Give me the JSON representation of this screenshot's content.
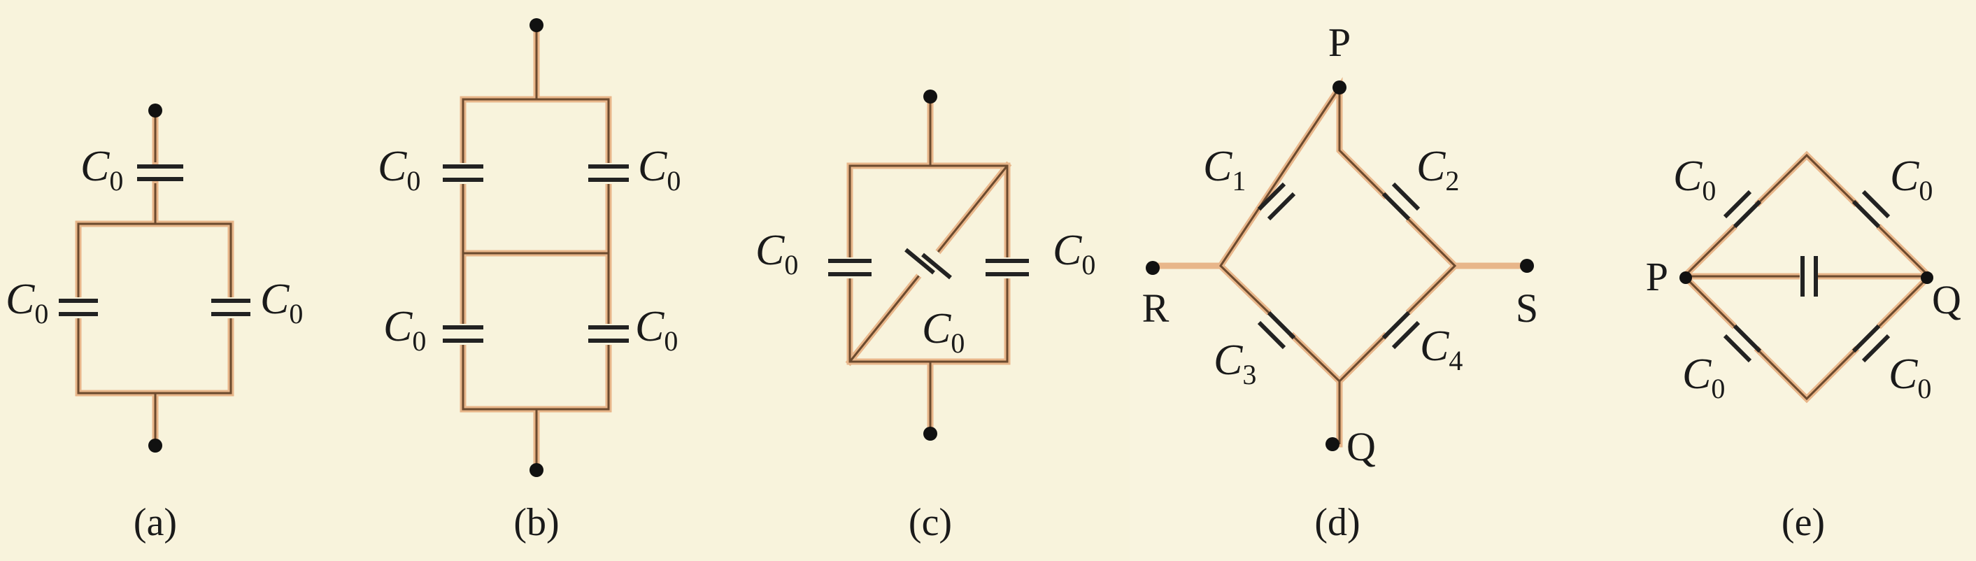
{
  "colors": {
    "background": "#f8f3dc",
    "wire": "#e8b68a",
    "wire_core": "#6b4a2e",
    "ink": "#1a1a1a"
  },
  "panels": {
    "a": {
      "caption": "(a)",
      "labels": [
        "C",
        "C",
        "C"
      ],
      "subscripts": [
        "0",
        "0",
        "0"
      ]
    },
    "b": {
      "caption": "(b)",
      "labels": [
        "C",
        "C",
        "C",
        "C"
      ],
      "subscripts": [
        "0",
        "0",
        "0",
        "0"
      ]
    },
    "c": {
      "caption": "(c)",
      "labels": [
        "C",
        "C",
        "C"
      ],
      "subscripts": [
        "0",
        "0",
        "0"
      ]
    },
    "d": {
      "caption": "(d)",
      "labels": [
        "C",
        "C",
        "C",
        "C"
      ],
      "subscripts": [
        "1",
        "2",
        "3",
        "4"
      ],
      "points": {
        "top": "P",
        "bottom": "Q",
        "left": "R",
        "right": "S"
      }
    },
    "e": {
      "caption": "(e)",
      "labels": [
        "C",
        "C",
        "C",
        "C"
      ],
      "subscripts": [
        "0",
        "0",
        "0",
        "0"
      ],
      "points": {
        "left": "P",
        "right": "Q"
      }
    }
  }
}
